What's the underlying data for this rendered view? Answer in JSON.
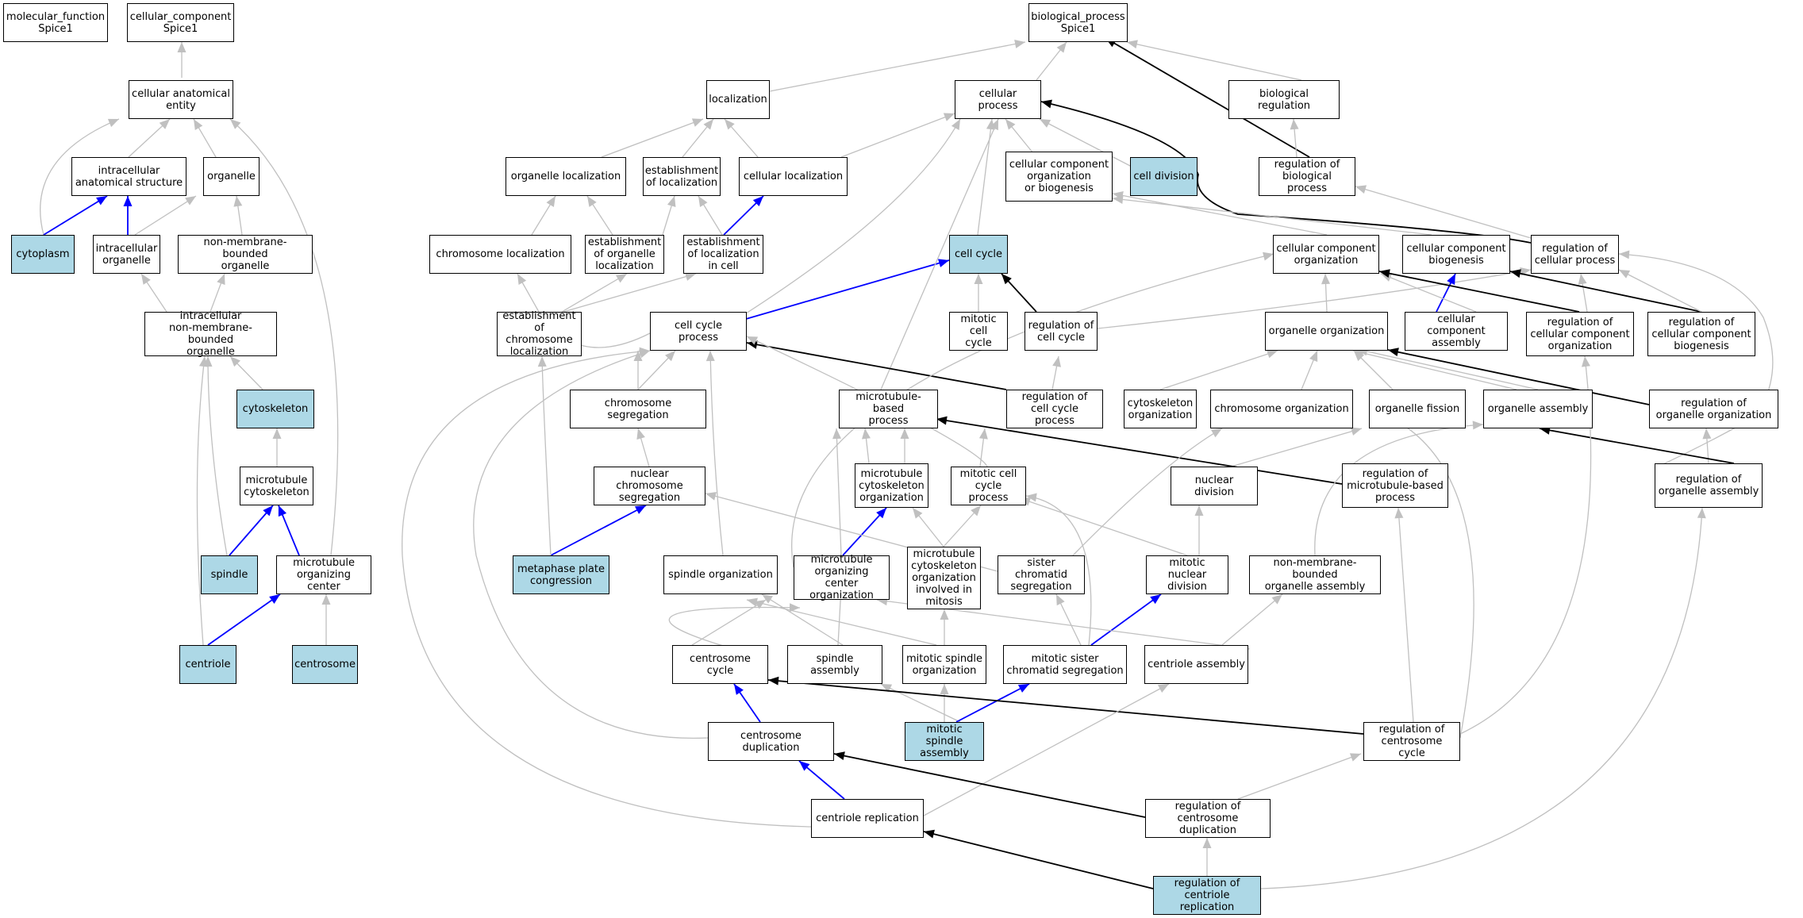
{
  "diagram": {
    "colors": {
      "highlight": "#add8e6",
      "gray_edge": "#c0c0c0",
      "blue_edge": "#0000ff",
      "black_edge": "#000000"
    },
    "nodes": {
      "mf": "molecular_function\nSpice1",
      "cc": "cellular_component\nSpice1",
      "bp": "biological_process\nSpice1",
      "cae": "cellular anatomical\nentity",
      "ias": "intracellular\nanatomical structure",
      "org": "organelle",
      "cyt": "cytoplasm",
      "io": "intracellular\norganelle",
      "nmbo": "non-membrane-bounded\norganelle",
      "inmbo": "intracellular\nnon-membrane-bounded\norganelle",
      "cytsk": "cytoskeleton",
      "mtc": "microtubule\ncytoskeleton",
      "spindle": "spindle",
      "mtoc": "microtubule\norganizing center",
      "centriole": "centriole",
      "centrosome": "centrosome",
      "loc": "localization",
      "cp": "cellular process",
      "br": "biological regulation",
      "ol": "organelle localization",
      "eol": "establishment\nof localization",
      "cl": "cellular localization",
      "ccob": "cellular component\norganization\nor biogenesis",
      "cdiv": "cell division",
      "rbp": "regulation of\nbiological process",
      "chl": "chromosome localization",
      "eoorg": "establishment\nof organelle\nlocalization",
      "eolic": "establishment\nof localization\nin cell",
      "ccy": "cell cycle",
      "cco": "cellular component\norganization",
      "ccb": "cellular component\nbiogenesis",
      "rcp": "regulation of\ncellular process",
      "ecl": "establishment\nof chromosome\nlocalization",
      "ccp": "cell cycle process",
      "mcc": "mitotic cell\ncycle",
      "rcc": "regulation of\ncell cycle",
      "oorg": "organelle organization",
      "cca": "cellular component\nassembly",
      "rcco": "regulation of\ncellular component\norganization",
      "rccb": "regulation of\ncellular component\nbiogenesis",
      "chs": "chromosome segregation",
      "mtbp": "microtubule-based\nprocess",
      "rccp": "regulation of\ncell cycle process",
      "cytsko": "cytoskeleton\norganization",
      "chro": "chromosome organization",
      "ofis": "organelle fission",
      "oasm": "organelle assembly",
      "roo": "regulation of\norganelle organization",
      "ncs": "nuclear chromosome\nsegregation",
      "mtco": "microtubule\ncytoskeleton\norganization",
      "mccp": "mitotic cell\ncycle process",
      "ndiv": "nuclear division",
      "rmtbp": "regulation of\nmicrotubule-based\nprocess",
      "roa": "regulation of\norganelle assembly",
      "mpc": "metaphase plate\ncongression",
      "spo": "spindle organization",
      "mtoco": "microtubule\norganizing center\norganization",
      "mtcoim": "microtubule\ncytoskeleton\norganization\ninvolved in\nmitosis",
      "scs": "sister chromatid\nsegregation",
      "mnd": "mitotic nuclear\ndivision",
      "nmboa": "non-membrane-bounded\norganelle assembly",
      "csc": "centrosome cycle",
      "spa": "spindle assembly",
      "mso": "mitotic spindle\norganization",
      "mscs": "mitotic sister\nchromatid segregation",
      "cena": "centriole assembly",
      "csd": "centrosome duplication",
      "msa": "mitotic spindle\nassembly",
      "rcsc": "regulation of\ncentrosome cycle",
      "cenr": "centriole replication",
      "rcsd": "regulation of\ncentrosome duplication",
      "rcr": "regulation of\ncentriole replication"
    }
  }
}
